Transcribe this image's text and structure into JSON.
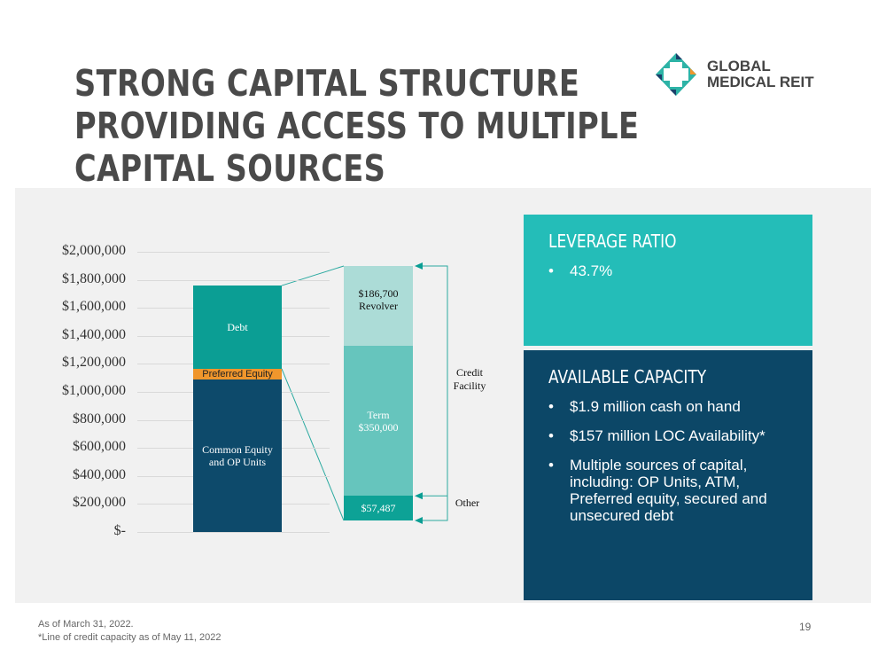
{
  "title": [
    "STRONG CAPITAL STRUCTURE",
    "PROVIDING ACCESS TO MULTIPLE",
    "CAPITAL SOURCES"
  ],
  "logo": {
    "line1": "GLOBAL",
    "line2": "MEDICAL REIT"
  },
  "chart_data": {
    "type": "bar",
    "ylim": [
      0,
      2000000
    ],
    "yticks": [
      "$-",
      "$200,000",
      "$400,000",
      "$600,000",
      "$800,000",
      "$1,000,000",
      "$1,200,000",
      "$1,400,000",
      "$1,600,000",
      "$1,800,000",
      "$2,000,000"
    ],
    "stacked_bar": [
      {
        "name": "Common Equity and OP Units",
        "label": "Common Equity and OP Units",
        "value": 1089000,
        "color": "#0d4a6b"
      },
      {
        "name": "Preferred Equity",
        "label": "Preferred Equity",
        "value": 76000,
        "color": "#f0962c"
      },
      {
        "name": "Debt",
        "label": "Debt",
        "value": 594187,
        "color": "#0b9e94"
      }
    ],
    "debt_breakdown": [
      {
        "name": "Other",
        "label": "$57,487",
        "value": 57487,
        "color": "#0da296"
      },
      {
        "name": "Term",
        "label": "Term $350,000",
        "value": 350000,
        "color": "#66c5bd"
      },
      {
        "name": "Revolver",
        "label": "$186,700 Revolver",
        "value": 186700,
        "color": "#acdcd7"
      }
    ],
    "annotations": {
      "credit": "Credit Facility",
      "other": "Other"
    }
  },
  "leverage": {
    "heading": "LEVERAGE RATIO",
    "items": [
      "43.7%"
    ],
    "color": "#24bdb8"
  },
  "capacity": {
    "heading": "AVAILABLE CAPACITY",
    "items": [
      "$1.9 million cash on hand",
      "$157 million LOC Availability*",
      "Multiple sources of capital, including: OP Units, ATM, Preferred equity, secured and unsecured debt"
    ],
    "color": "#0c4767"
  },
  "footnotes": [
    "As of March 31, 2022.",
    "*Line of credit capacity as of May 11, 2022"
  ],
  "page_number": "19"
}
